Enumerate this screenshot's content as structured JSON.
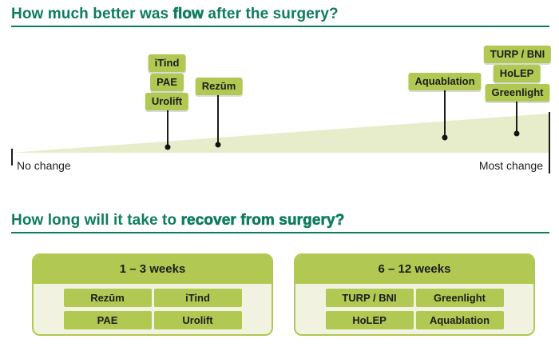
{
  "colors": {
    "title_teal": "#0e7c5f",
    "chip_green": "#b1c853",
    "triangle_fill": "#e7ecca",
    "box_body_cream": "#f1f3e0",
    "text_dark": "#1d1d1b"
  },
  "sections": {
    "flow": {
      "title": {
        "pre": "How much better was ",
        "bold": "flow",
        "post": " after the surgery?"
      },
      "axis_left": "No change",
      "axis_right": "Most change",
      "groups": [
        {
          "labels": [
            "iTind",
            "PAE",
            "Urolift"
          ]
        },
        {
          "labels": [
            "Rezūm"
          ]
        },
        {
          "labels": [
            "Aquablation"
          ]
        },
        {
          "labels": [
            "TURP / BNI",
            "HoLEP",
            "Greenlight"
          ]
        }
      ]
    },
    "recovery": {
      "title": {
        "pre": "How long will it take to ",
        "bold": "recover from surgery?",
        "post": ""
      },
      "boxes": [
        {
          "duration": "1 – 3 weeks",
          "treatments": [
            "Rezūm",
            "iTind",
            "PAE",
            "Urolift"
          ]
        },
        {
          "duration": "6 – 12 weeks",
          "treatments": [
            "TURP / BNI",
            "Greenlight",
            "HoLEP",
            "Aquablation"
          ]
        }
      ]
    }
  },
  "chart_data": [
    {
      "type": "scatter",
      "title": "How much better was flow after the surgery?",
      "axis": {
        "left_label": "No change",
        "right_label": "Most change",
        "range": [
          0,
          1
        ]
      },
      "points": [
        {
          "labels": [
            "iTind",
            "PAE",
            "Urolift"
          ],
          "x_relative": 0.29
        },
        {
          "labels": [
            "Rezūm"
          ],
          "x_relative": 0.38
        },
        {
          "labels": [
            "Aquablation"
          ],
          "x_relative": 0.81
        },
        {
          "labels": [
            "TURP / BNI",
            "HoLEP",
            "Greenlight"
          ],
          "x_relative": 0.94
        }
      ],
      "legend": "none",
      "grid": false
    },
    {
      "type": "table",
      "title": "How long will it take to recover from surgery?",
      "groups": [
        {
          "duration": "1 – 3 weeks",
          "treatments": [
            "Rezūm",
            "iTind",
            "PAE",
            "Urolift"
          ]
        },
        {
          "duration": "6 – 12 weeks",
          "treatments": [
            "TURP / BNI",
            "Greenlight",
            "HoLEP",
            "Aquablation"
          ]
        }
      ]
    }
  ]
}
